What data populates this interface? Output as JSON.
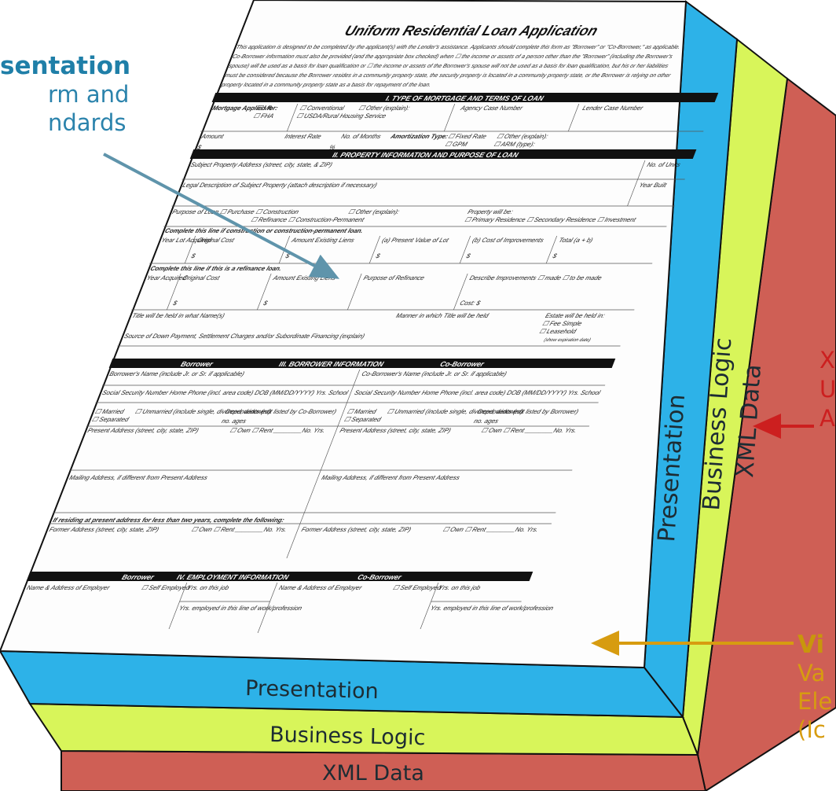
{
  "form": {
    "title": "Uniform Residential Loan Application",
    "intro": [
      "This application is designed to be completed by the applicant(s) with the Lender's assistance. Applicants should complete this form as \"Borrower\" or \"Co-Borrower,\" as applicable.",
      "Co-Borrower information must also be provided (and the appropriate box checked) when ☐ the income or assets of a person other than the \"Borrower\" (including the Borrower's",
      "spouse) will be used as a basis for loan qualification or ☐ the income or assets of the Borrower's spouse will not be used as a basis for loan qualification, but his or her liabilities",
      "must be considered because the Borrower resides in a community property state, the security property is located in a community property state, or the Borrower is relying on other",
      "property located in a community property state as a basis for repayment of the loan."
    ],
    "sections": {
      "s1": "I.  TYPE OF MORTGAGE AND TERMS OF LOAN",
      "s2": "II.  PROPERTY INFORMATION AND PURPOSE OF LOAN",
      "s3": "III.  BORROWER INFORMATION",
      "s4": "IV.  EMPLOYMENT INFORMATION",
      "borrower": "Borrower",
      "co_borrower": "Co-Borrower"
    },
    "fields": {
      "mortgage_applied_for": "Mortgage Applied for:",
      "va": "☐ VA",
      "fha": "☐ FHA",
      "conventional": "☐ Conventional",
      "usda": "☐ USDA/Rural Housing Service",
      "other_explain": "☐ Other (explain):",
      "agency_case_number": "Agency Case Number",
      "lender_case_number": "Lender Case Number",
      "amount": "Amount",
      "dollar": "$",
      "interest_rate": "Interest Rate",
      "percent": "%",
      "no_of_months": "No. of Months",
      "amortization_type": "Amortization Type:",
      "fixed_rate": "☐ Fixed Rate",
      "gpm": "☐ GPM",
      "other_explain2": "☐ Other (explain):",
      "arm": "☐ ARM (type):",
      "subject_property_address": "Subject Property Address (street, city, state, & ZIP)",
      "no_of_units": "No. of Units",
      "legal_description": "Legal Description of Subject Property (attach description if necessary)",
      "year_built": "Year Built",
      "purpose_of_loan": "Purpose of Loan  ☐ Purchase  ☐ Construction",
      "refinance": "☐ Refinance  ☐ Construction-Permanent",
      "other_explain3": "☐ Other (explain):",
      "property_will_be": "Property will be:",
      "residence_options": "☐ Primary Residence  ☐ Secondary Residence  ☐ Investment",
      "construction_line": "Complete this line if construction or construction-permanent loan.",
      "year_lot_acquired": "Year Lot Acquired",
      "original_cost": "Original Cost",
      "amount_existing_liens": "Amount Existing Liens",
      "present_value_lot": "(a) Present Value of Lot",
      "cost_improvements": "(b) Cost of Improvements",
      "total": "Total (a + b)",
      "refinance_line": "Complete this line if this is a refinance loan.",
      "year_acquired": "Year Acquired",
      "purpose_of_refinance": "Purpose of Refinance",
      "describe_improvements": "Describe Improvements  ☐ made  ☐ to be made",
      "cost": "Cost: $",
      "title_names": "Title will be held in what Name(s)",
      "title_manner": "Manner in which Title will be held",
      "estate_held": "Estate will be held in:",
      "fee_simple": "☐ Fee Simple",
      "leasehold": "☐ Leasehold",
      "expiration": "(show expiration date)",
      "source_down_payment": "Source of Down Payment, Settlement Charges and/or Subordinate Financing (explain)",
      "borrower_name": "Borrower's Name (include Jr. or Sr. if applicable)",
      "co_borrower_name": "Co-Borrower's Name (include Jr. or Sr. if applicable)",
      "ssn_row": "Social Security Number  Home Phone (incl. area code)  DOB (MM/DD/YYYY)  Yrs. School",
      "married": "☐ Married",
      "separated": "☐ Separated",
      "unmarried": "☐ Unmarried (include single, divorced, widowed)",
      "dependents_cob": "Dependents (not listed by Co-Borrower)",
      "dependents_b": "Dependents (not listed by Borrower)",
      "no_ages": "no.          ages",
      "present_address": "Present Address (street, city, state, ZIP)",
      "own_rent": "☐ Own  ☐ Rent ________No. Yrs.",
      "mailing_address": "Mailing Address, if different from Present Address",
      "two_years": "If residing at present address for less than two years, complete the following:",
      "former_address": "Former Address (street, city, state, ZIP)",
      "employer": "Name & Address of Employer",
      "self_employed": "☐ Self Employed",
      "yrs_on_job": "Yrs. on this job",
      "yrs_employed": "Yrs. employed in this line of work/profession"
    }
  },
  "layers": {
    "presentation": "Presentation",
    "business_logic": "Business Logic",
    "xml_data": "XML Data"
  },
  "callouts": {
    "presentation": {
      "title": "sentation",
      "line1": "rm and",
      "line2": "ndards"
    },
    "xml": {
      "line1": "X",
      "line2": "U",
      "line3": "A"
    },
    "viz": {
      "title": "Vi",
      "line1": "Va",
      "line2": "Ele",
      "line3": "(Ic"
    }
  },
  "colors": {
    "presentation_layer": "#2db2e8",
    "business_logic_layer": "#d8f55a",
    "xml_data_layer": "#cf5f55",
    "presentation_arrow": "#5f94ab",
    "xml_arrow": "#cc1f1f",
    "viz_arrow": "#d79c10"
  }
}
